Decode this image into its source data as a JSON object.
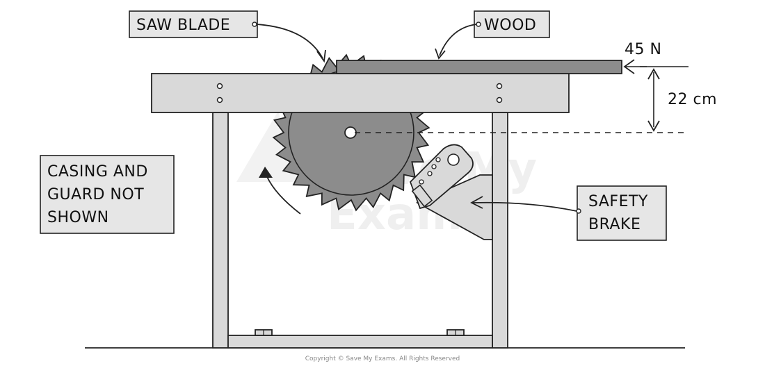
{
  "labels": {
    "saw_blade": "SAW BLADE",
    "wood": "WOOD",
    "force": "45 N",
    "distance": "22 cm",
    "casing_line1": "CASING AND",
    "casing_line2": "GUARD NOT",
    "casing_line3": "SHOWN",
    "safety_line1": "SAFETY",
    "safety_line2": "BRAKE"
  },
  "watermark": {
    "line1": "Save My",
    "line2": "Exams"
  },
  "copyright": "Copyright © Save My Exams. All Rights Reserved",
  "colors": {
    "label_fill": "#e6e6e6",
    "table_fill": "#d9d9d9",
    "blade_fill": "#8c8c8c",
    "ink": "#222222"
  }
}
